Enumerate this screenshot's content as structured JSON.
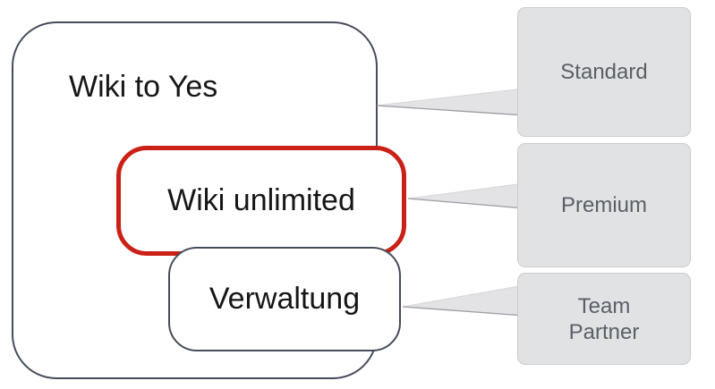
{
  "diagram": {
    "title_bubble": {
      "label": "Wiki to Yes"
    },
    "bubbles": [
      {
        "id": "wiki-to-yes",
        "label": "Wiki to Yes",
        "border": "dark"
      },
      {
        "id": "wiki-unlimited",
        "label": "Wiki unlimited",
        "border": "red"
      },
      {
        "id": "verwaltung",
        "label": "Verwaltung",
        "border": "dark"
      }
    ],
    "tiers": [
      {
        "id": "standard",
        "label": "Standard",
        "lines": [
          "Standard"
        ]
      },
      {
        "id": "premium",
        "label": "Premium",
        "lines": [
          "Premium"
        ]
      },
      {
        "id": "team-partner",
        "label": "Team Partner",
        "lines": [
          "Team",
          "Partner"
        ]
      }
    ],
    "connections": [
      {
        "from": "wiki-to-yes",
        "to": "standard"
      },
      {
        "from": "wiki-unlimited",
        "to": "premium"
      },
      {
        "from": "verwaltung",
        "to": "team-partner"
      }
    ],
    "colors": {
      "bg": "#ffffff",
      "dark_border": "#454d5a",
      "accent_red": "#ca2117",
      "tier_bg": "#e1e2e4",
      "tier_border": "#cbccce",
      "tier_text": "#5a5f66",
      "label_text": "#161616",
      "connector_fill": "#e3e3e6",
      "connector_edge": "#9b9ca1"
    }
  }
}
